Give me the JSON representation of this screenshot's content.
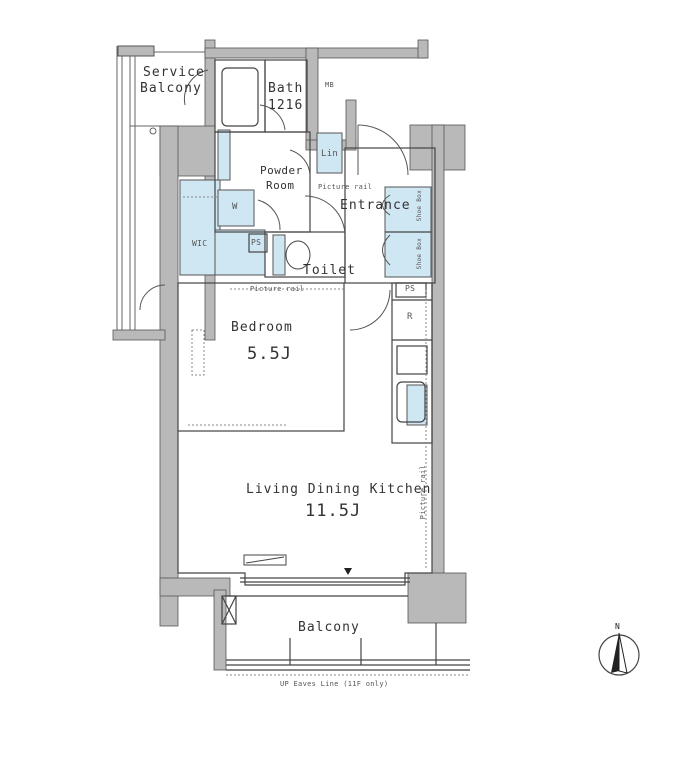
{
  "plan": {
    "rooms": {
      "service_balcony": {
        "line1": "Service",
        "line2": "Balcony"
      },
      "bath": {
        "label": "Bath",
        "size": "1216"
      },
      "mb": {
        "label": "MB"
      },
      "lin": {
        "label": "Lin"
      },
      "powder_room": {
        "line1": "Powder",
        "line2": "Room"
      },
      "w": {
        "label": "W"
      },
      "wic": {
        "label": "WIC"
      },
      "ps_upper": {
        "label": "PS"
      },
      "toilet": {
        "label": "Toilet"
      },
      "entrance": {
        "label": "Entrance"
      },
      "ps_lower": {
        "label": "PS"
      },
      "refrigerator": {
        "label": "R"
      },
      "bedroom": {
        "label": "Bedroom",
        "size": "5.5J"
      },
      "ldk": {
        "label": "Living Dining Kitchen",
        "size": "11.5J"
      },
      "balcony": {
        "label": "Balcony"
      }
    },
    "annotations": {
      "picture_rail_1": "Picture rail",
      "picture_rail_2": "Picture rail",
      "picture_rail_3": "Picture rail",
      "shoe_box_1": "Shoe Box",
      "shoe_box_2": "Shoe Box",
      "eaves_line": "UP Eaves Line (11F only)"
    },
    "compass": {
      "label": "N"
    },
    "colors": {
      "wall": "#b9b9b9",
      "storage": "#cfe6f3",
      "line": "#444444",
      "thin": "#888888"
    }
  }
}
